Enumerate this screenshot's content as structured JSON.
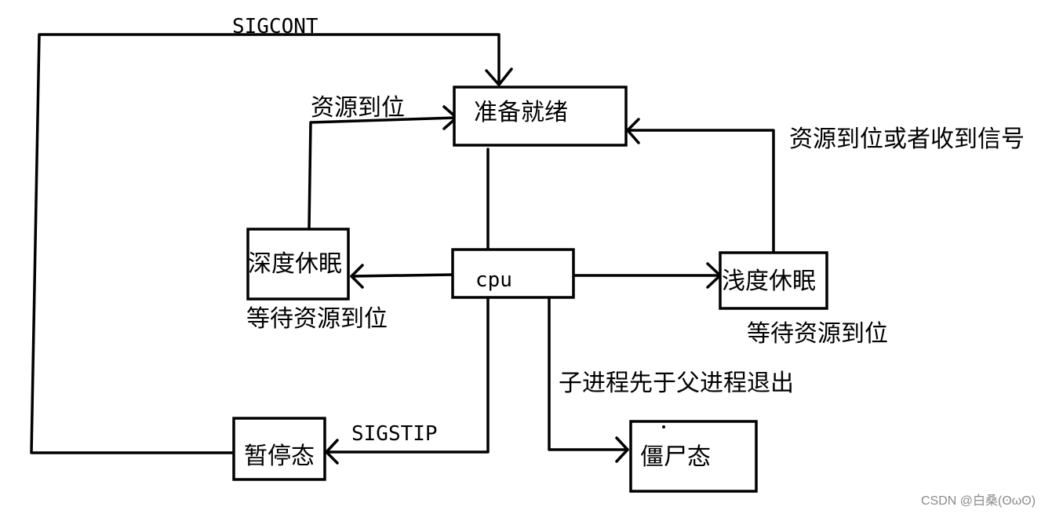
{
  "nodes": {
    "ready": "准备就绪",
    "cpu": "cpu",
    "deep_sleep": "深度休眠",
    "light_sleep": "浅度休眠",
    "stopped": "暂停态",
    "zombie": "僵尸态"
  },
  "labels": {
    "sigcont": "SIGCONT",
    "deep_to_ready": "资源到位",
    "light_to_ready": "资源到位或者收到信号",
    "deep_wait": "等待资源到位",
    "light_wait": "等待资源到位",
    "child_exit": "子进程先于父进程退出",
    "sigstip": "SIGSTIP"
  },
  "watermark": "CSDN @白桑(ʘωʘ)"
}
